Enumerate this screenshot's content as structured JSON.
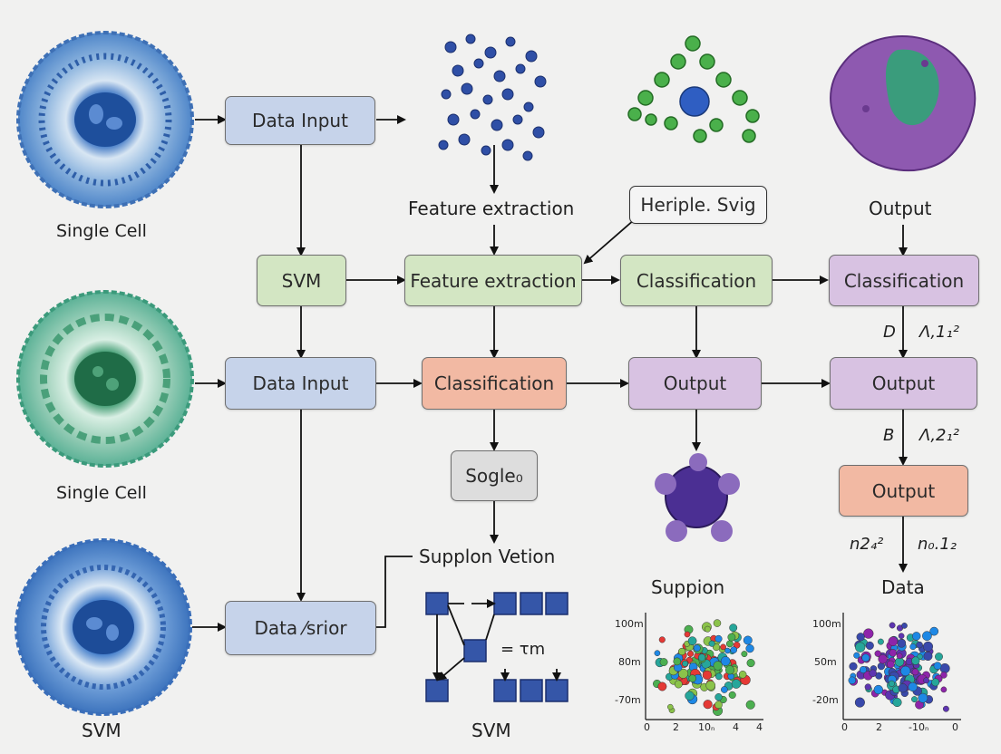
{
  "colors": {
    "blue": "#c6d3ea",
    "green": "#d3e6c3",
    "orange": "#f2b9a3",
    "purple": "#d8c2e2",
    "gray": "#dddddd"
  },
  "boxes": {
    "data_input_1": "Data Input",
    "svm": "SVM",
    "feature_extraction": "Feature extraction",
    "classification_green": "Classification",
    "classification_purple": "Classification",
    "data_input_2": "Data Input",
    "classification_orange": "Classification",
    "output_mid": "Output",
    "output_right": "Output",
    "sogle": "Sogle₀",
    "output_orange": "Output",
    "data_fusion": "Data ⁄srior",
    "heriple": "Heriple. Svig"
  },
  "labels": {
    "single_cell_1": "Single Cell",
    "single_cell_2": "Single Cell",
    "svm_bottom_left": "SVM",
    "feature_extraction_top": "Feature extraction",
    "output_top": "Output",
    "supplon_vetion": "Supplon Vetion",
    "svm_bottom": "SVM",
    "suppion": "Suppion",
    "data": "Data",
    "eq_tm": "= τm",
    "d_letter": "D",
    "a_12": "Λ,1₁²",
    "b_letter": "B",
    "a_22": "Λ,2₁²",
    "n24": "n2₄²",
    "n012": "n₀.1₂"
  },
  "plot_left": {
    "yticks": [
      "100m",
      "80m",
      "-70m"
    ],
    "xticks": [
      "0",
      "2",
      "10ₙ",
      "4",
      "4"
    ]
  },
  "plot_right": {
    "yticks": [
      "100m",
      "50m",
      "-20m"
    ],
    "xticks": [
      "0",
      "2",
      "-10ₙ",
      "0"
    ]
  }
}
